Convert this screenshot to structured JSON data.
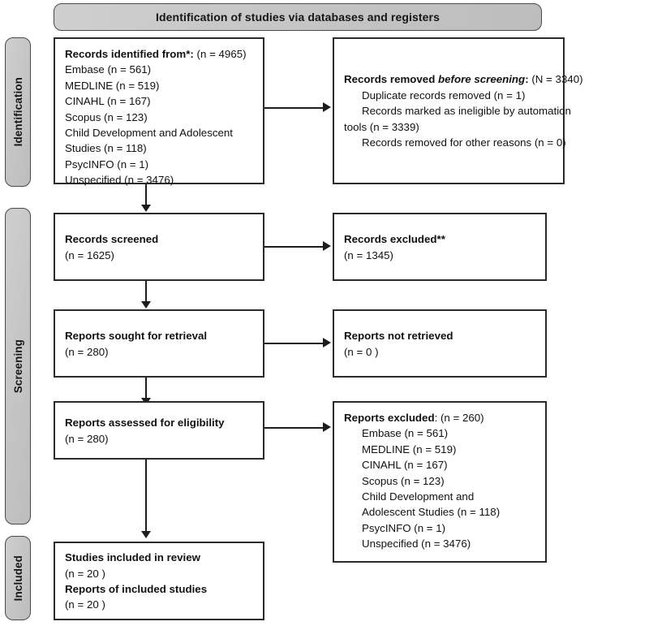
{
  "header": {
    "title": "Identification of studies via databases and registers"
  },
  "phases": [
    {
      "name": "identification",
      "label": "Identification"
    },
    {
      "name": "screening",
      "label": "Screening"
    },
    {
      "name": "included",
      "label": "Included"
    }
  ],
  "boxes": {
    "records_identified": {
      "heading": "Records identified from*:",
      "heading_suffix": "(n = 4965)",
      "items": [
        "Embase (n = 561)",
        "MEDLINE (n = 519)",
        "CINAHL (n = 167)",
        "Scopus (n = 123)",
        "Child Development and Adolescent",
        "Studies (n = 118)",
        "PsycINFO (n = 1)",
        "Unspecified (n = 3476)"
      ]
    },
    "records_removed": {
      "heading_a": "Records removed ",
      "heading_b": "before screening",
      "heading_c": ":",
      "heading_suffix": "(N = 3340)",
      "items": [
        "Duplicate records removed  (n = 1)",
        "Records marked as ineligible by automation",
        "tools (n = 3339)",
        "Records removed for other reasons (n = 0)"
      ]
    },
    "records_screened": {
      "heading": "Records screened",
      "count": "(n = 1625)"
    },
    "records_excluded": {
      "heading": "Records excluded**",
      "count": "(n = 1345)"
    },
    "reports_sought": {
      "heading": "Reports sought for retrieval",
      "count": "(n = 280)"
    },
    "reports_not_retrieved": {
      "heading": "Reports not retrieved",
      "count": "(n = 0 )"
    },
    "reports_assessed": {
      "heading": "Reports assessed for eligibility",
      "count": "(n = 280)"
    },
    "reports_excluded": {
      "heading": "Reports excluded",
      "heading_suffix": ": (n = 260)",
      "items": [
        "Embase (n = 561)",
        "MEDLINE (n = 519)",
        "CINAHL (n = 167)",
        "Scopus (n = 123)",
        "Child Development and",
        "Adolescent Studies (n = 118)",
        "PsycINFO (n = 1)",
        "Unspecified (n = 3476)"
      ]
    },
    "studies_included": {
      "heading_1": "Studies included in review",
      "count_1": "(n = 20 )",
      "heading_2": "Reports of included studies",
      "count_2": "(n = 20  )"
    }
  },
  "colors": {
    "phase_bar_fill": "#c6c6c6",
    "phase_bar_border": "#4a4a4a",
    "box_border": "#2b2b2b",
    "connector": "#1d1d1d",
    "text": "#111111",
    "background": "#ffffff"
  }
}
